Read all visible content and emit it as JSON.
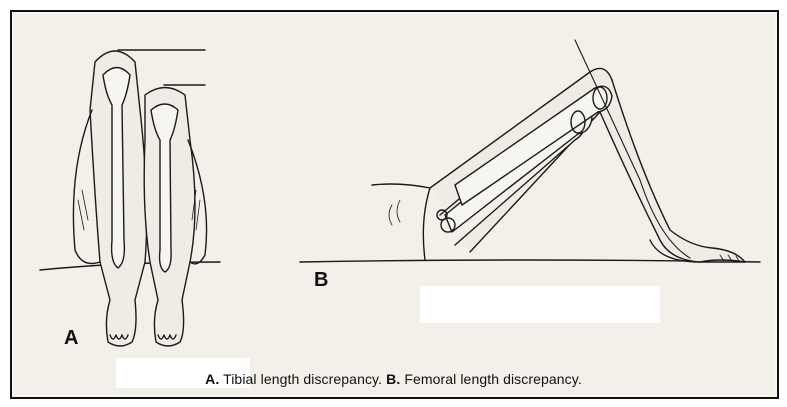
{
  "figure": {
    "panel_a_label": "A",
    "panel_b_label": "B",
    "caption": {
      "a_marker": "A.",
      "a_text": "Tibial length discrepancy.",
      "b_marker": "B.",
      "b_text": "Femoral length discrepancy."
    }
  }
}
